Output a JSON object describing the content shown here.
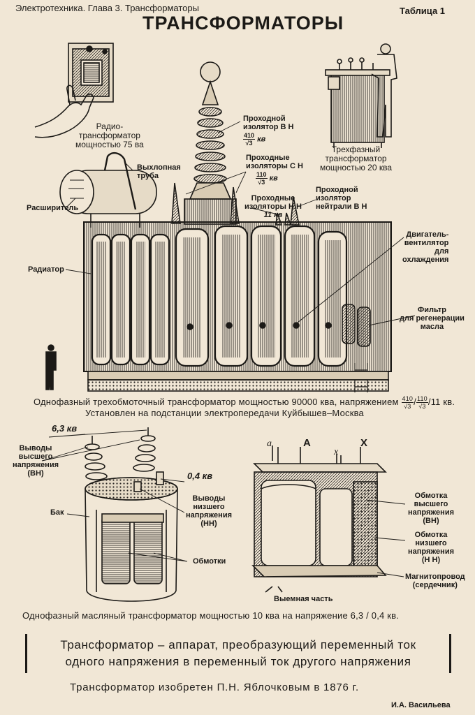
{
  "header": {
    "book": "Электротехника. Глава 3. Трансформаторы",
    "table": "Таблица 1",
    "title": "ТРАНСФОРМАТОРЫ"
  },
  "radio": {
    "lines": [
      "Радио-",
      "трансформатор",
      "мощностью 75 ва"
    ]
  },
  "three_phase": {
    "lines": [
      "Трехфазный",
      "трансформатор",
      "мощностью 20 ква"
    ]
  },
  "big": {
    "labels": {
      "exhaust": [
        "Выхлопная",
        "труба"
      ],
      "expander": "Расширитель",
      "hv_bushing": [
        "Проходной",
        "изолятор В Н"
      ],
      "hv_frac": {
        "num": "410",
        "den": "√3",
        "unit": "кв"
      },
      "mv_bushings": [
        "Проходные",
        "изоляторы С Н"
      ],
      "mv_frac": {
        "num": "110",
        "den": "√3",
        "unit": "кв"
      },
      "lv_bushings": [
        "Проходные",
        "изоляторы Н Н",
        "11 кв"
      ],
      "neutral": [
        "Проходной",
        "изолятор",
        "нейтрали В Н"
      ],
      "fan": [
        "Двигатель-",
        "вентилятор",
        "для",
        "охлаждения"
      ],
      "radiator": "Радиатор",
      "filter": [
        "Фильтр",
        "для регенерации",
        "масла"
      ]
    },
    "caption_main": "Однофазный трехобмоточный трансформатор мощностью 90000 ква, напряжением",
    "caption_f1": {
      "num": "410",
      "den": "√3"
    },
    "caption_f2": {
      "num": "110",
      "den": "√3"
    },
    "caption_tail": "/11 кв.",
    "caption_2": "Установлен на подстанции электропередачи Куйбышев–Москва"
  },
  "oil": {
    "v_high": "6,3 кв",
    "v_low": "0,4 кв",
    "hv_leads": [
      "Выводы",
      "высшего",
      "напряжения",
      "(ВН)"
    ],
    "tank": "Бак",
    "lv_leads": [
      "Выводы",
      "низшего",
      "напряжения",
      "(НН)"
    ],
    "windings": "Обмотки",
    "caption": "Однофазный масляный трансформатор мощностью 10 ква на напряжение 6,3 / 0,4 кв."
  },
  "core": {
    "terminals": [
      "a",
      "A",
      "x",
      "X"
    ],
    "hv_winding": [
      "Обмотка",
      "высшего",
      "напряжения",
      "(ВН)"
    ],
    "lv_winding": [
      "Обмотка",
      "низшего",
      "напряжения",
      "(Н Н)"
    ],
    "magnetic": [
      "Магнитопровод",
      "(сердечник)"
    ],
    "removable": "Выемная часть"
  },
  "definition": [
    "Трансформатор – аппарат, преобразующий переменный ток",
    "одного напряжения в переменный ток другого напряжения"
  ],
  "inventor": "Трансформатор изобретен П.Н. Яблочковым в 1876 г.",
  "author": "И.А. Васильева"
}
